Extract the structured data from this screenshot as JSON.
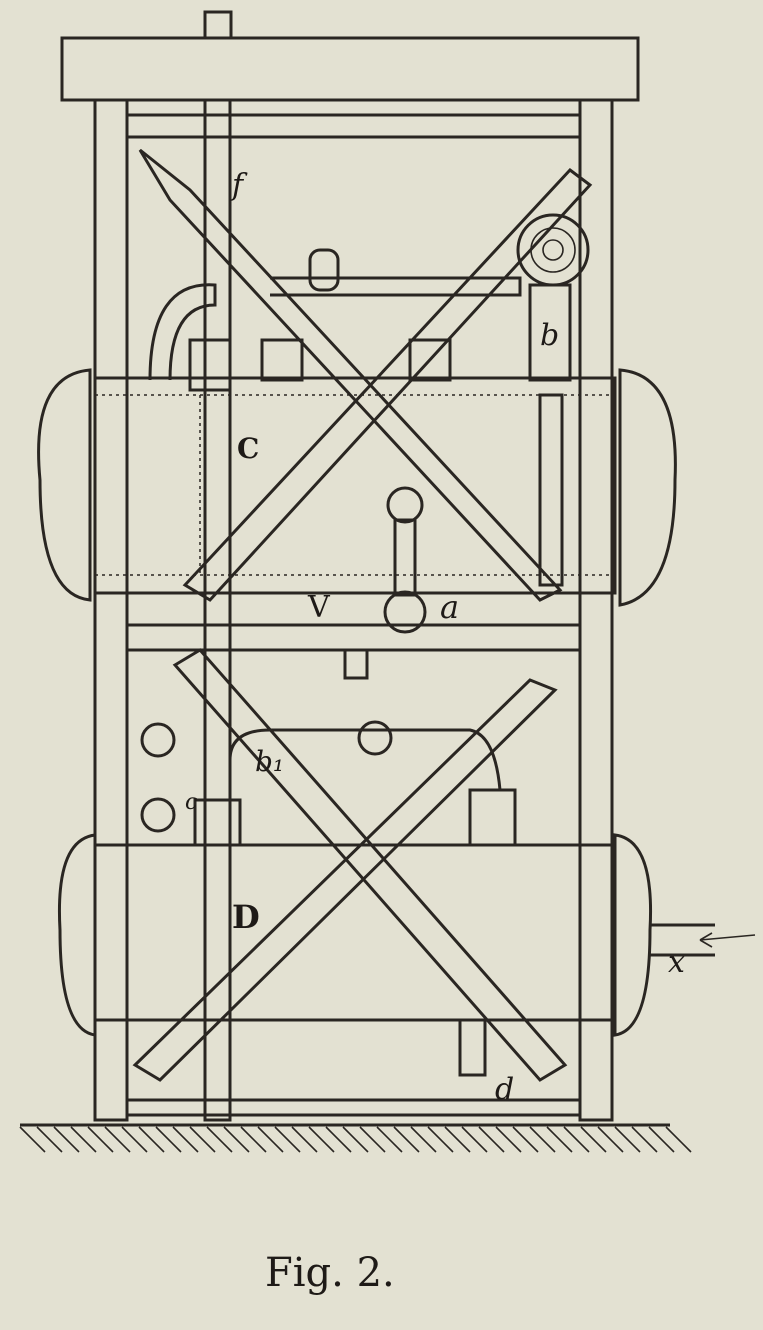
{
  "figure": {
    "caption": "Fig. 2.",
    "labels": {
      "f": "f",
      "b": "b",
      "C": "C",
      "V": "V",
      "a": "a",
      "b1": "b₁",
      "c": "c",
      "D": "D",
      "x": "x",
      "d": "d"
    }
  }
}
